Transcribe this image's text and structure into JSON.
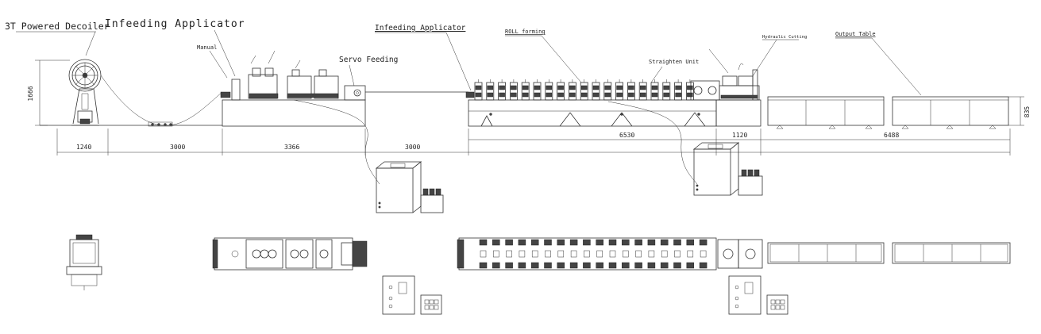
{
  "labels": {
    "decoiler": "3T Powered Decoiler",
    "infeeding_top": "Infeeding Applicator",
    "manual": "Manual",
    "servo": "Servo Feeding",
    "infeeding_mid": "Infeeding Applicator",
    "roll_forming": "ROLL forming",
    "straighten": "Straighten Unit",
    "hydraulic": "Hydraulic Cutting",
    "output": "Output Table"
  },
  "dims": {
    "height_left": "1666",
    "height_right": "835",
    "d1": "1240",
    "d2": "3000",
    "d3": "3366",
    "d4": "3000",
    "d5": "6530",
    "d6": "1120",
    "d7": "6488"
  }
}
